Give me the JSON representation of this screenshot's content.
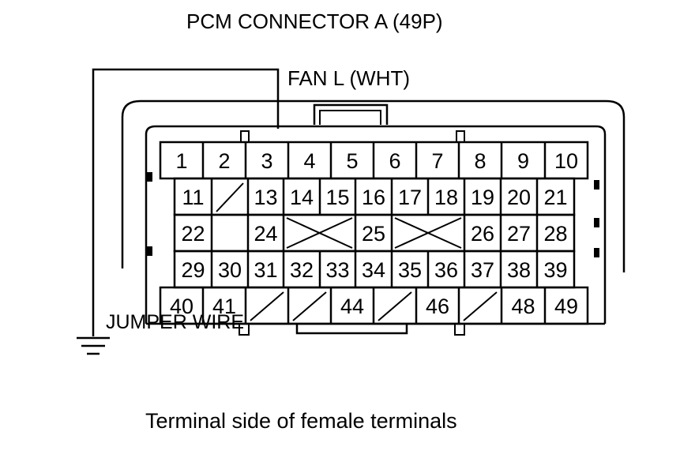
{
  "title": "PCM CONNECTOR A (49P)",
  "wire_label": "FAN L (WHT)",
  "jumper_label": "JUMPER WIRE",
  "caption": "Terminal side of female terminals",
  "colors": {
    "line": "#000000",
    "background": "#ffffff"
  },
  "icons": [
    "ground-icon"
  ],
  "rows": [
    [
      "1",
      "2",
      "3",
      "4",
      "5",
      "6",
      "7",
      "8",
      "9",
      "10"
    ],
    [
      "11",
      "",
      "13",
      "14",
      "15",
      "16",
      "17",
      "18",
      "19",
      "20",
      "21"
    ],
    [
      "22",
      "",
      "24",
      "",
      "25",
      "",
      "26",
      "27",
      "28"
    ],
    [
      "29",
      "30",
      "31",
      "32",
      "33",
      "34",
      "35",
      "36",
      "37",
      "38",
      "39"
    ],
    [
      "40",
      "41",
      "",
      "",
      "44",
      "",
      "46",
      "",
      "48",
      "49"
    ]
  ]
}
